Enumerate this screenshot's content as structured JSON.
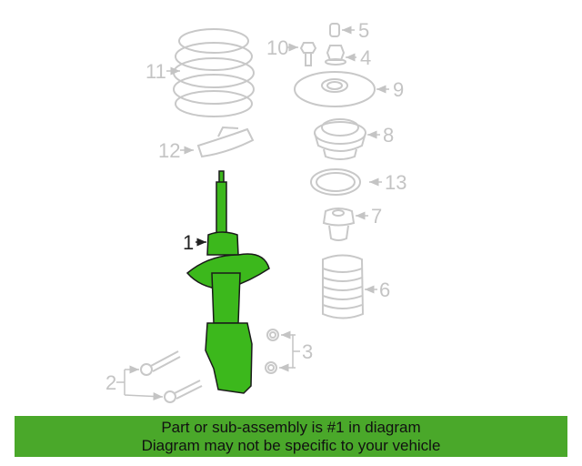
{
  "diagram": {
    "title": "Front strut assembly exploded diagram",
    "highlight_color": "#3cb81c",
    "ghost_color": "#c8c8c8",
    "callouts": [
      {
        "id": "1",
        "label": "1",
        "part": "strut-assembly",
        "highlighted": true
      },
      {
        "id": "2",
        "label": "2",
        "part": "lower-bolts"
      },
      {
        "id": "3",
        "label": "3",
        "part": "nuts"
      },
      {
        "id": "4",
        "label": "4",
        "part": "upper-nut"
      },
      {
        "id": "5",
        "label": "5",
        "part": "cap"
      },
      {
        "id": "6",
        "label": "6",
        "part": "dust-boot"
      },
      {
        "id": "7",
        "label": "7",
        "part": "bump-stop"
      },
      {
        "id": "8",
        "label": "8",
        "part": "bearing"
      },
      {
        "id": "9",
        "label": "9",
        "part": "upper-mount"
      },
      {
        "id": "10",
        "label": "10",
        "part": "bolt"
      },
      {
        "id": "11",
        "label": "11",
        "part": "coil-spring"
      },
      {
        "id": "12",
        "label": "12",
        "part": "spring-insulator"
      },
      {
        "id": "13",
        "label": "13",
        "part": "seal"
      }
    ]
  },
  "banner": {
    "line1": "Part or sub-assembly is #1 in diagram",
    "line2": "Diagram may not be specific to your vehicle",
    "background": "#4aa82a"
  }
}
